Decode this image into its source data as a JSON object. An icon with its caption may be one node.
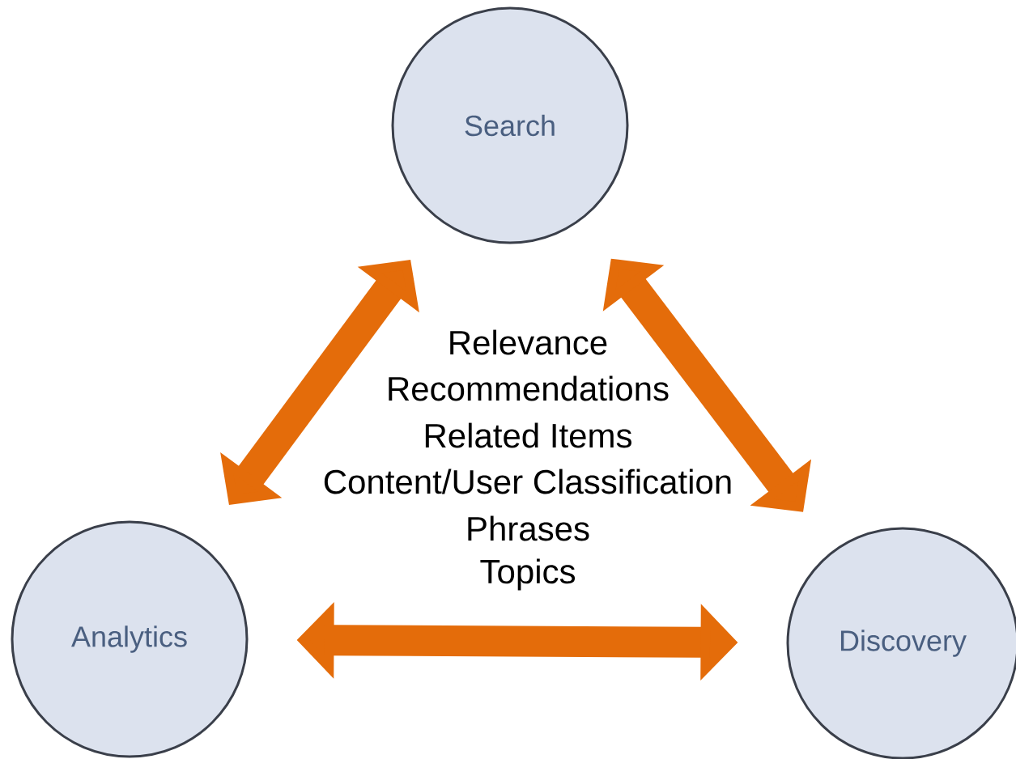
{
  "diagram": {
    "nodes": [
      {
        "text": [
          "Search"
        ]
      },
      {
        "text": [
          "Analytics"
        ]
      },
      {
        "text": [
          "Discovery"
        ]
      }
    ],
    "edges": [
      {
        "from": 0,
        "to": 1,
        "arrow": "both"
      },
      {
        "from": 0,
        "to": 2,
        "arrow": "both"
      },
      {
        "from": 1,
        "to": 2,
        "arrow": "both"
      }
    ],
    "labels": [
      "Relevance",
      "Recommendations",
      "Related Items",
      "Content/User Classification",
      "Phrases",
      "Topics"
    ]
  }
}
